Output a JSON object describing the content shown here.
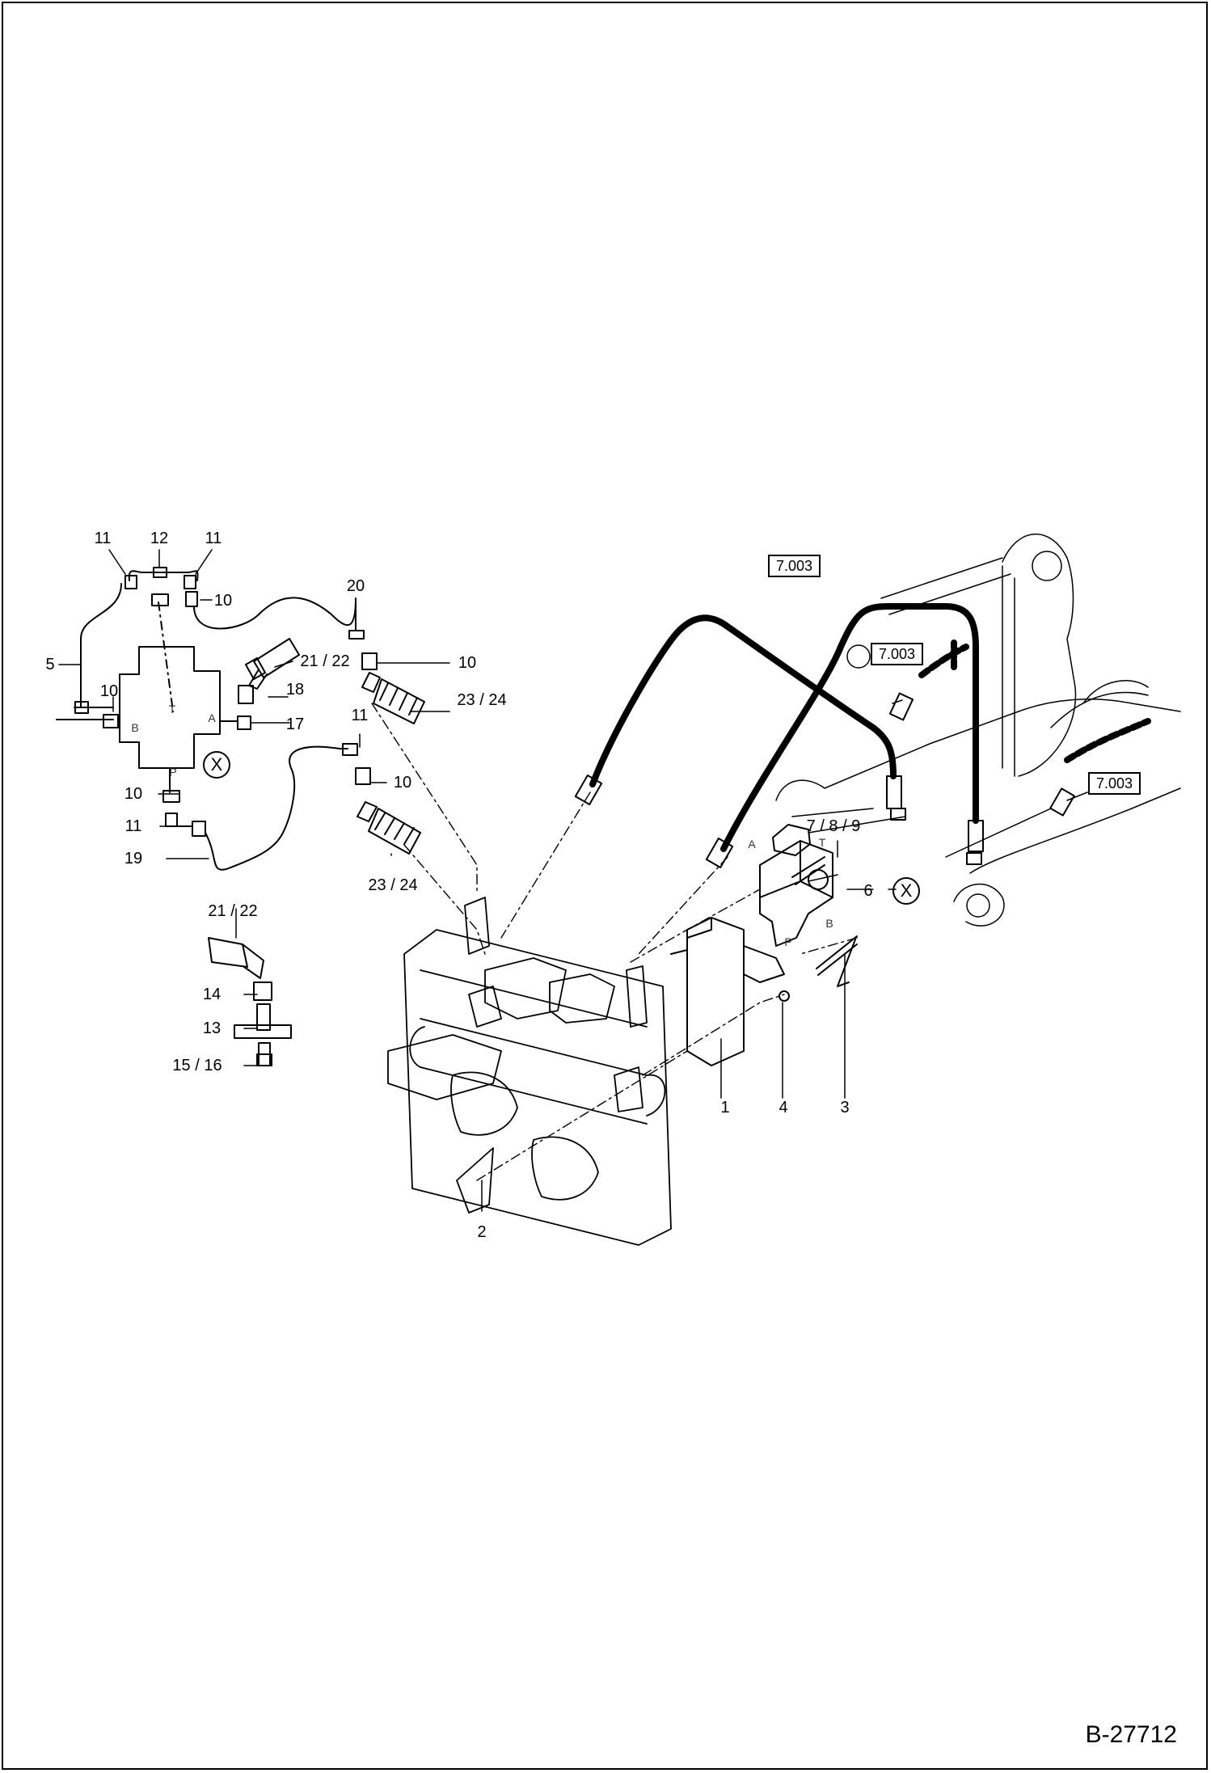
{
  "document_number": "B-27712",
  "reference_boxes": {
    "top": "7.003",
    "mid": "7.003",
    "right": "7.003"
  },
  "circled_marker": "X",
  "port_letters": {
    "a": "A",
    "b": "B",
    "t": "T",
    "p": "P"
  },
  "callouts": {
    "c11a": "11",
    "c12": "12",
    "c11b": "11",
    "c10a": "10",
    "c5": "5",
    "c10b": "10",
    "c21a": "21 / 22",
    "c18": "18",
    "c17": "17",
    "c10c": "10",
    "c11c": "11",
    "c19": "19",
    "c20": "20",
    "c10d": "10",
    "c23a": "23 / 24",
    "c11d": "11",
    "c10e": "10",
    "c23b": "23 / 24",
    "c21b": "21 / 22",
    "c14": "14",
    "c13": "13",
    "c15": "15 / 16",
    "c789": "7 / 8 / 9",
    "c6": "6",
    "c1": "1",
    "c4": "4",
    "c3": "3",
    "c2": "2"
  }
}
